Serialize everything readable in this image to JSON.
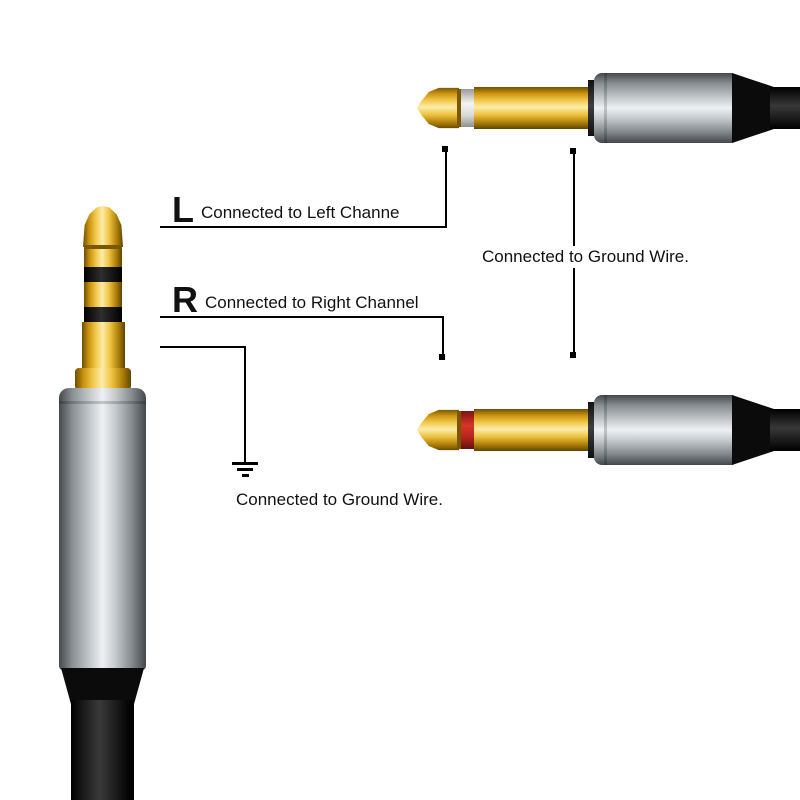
{
  "labels": {
    "left_channel": {
      "letter": "L",
      "text": "Connected to Left Channe"
    },
    "right_channel": {
      "letter": "R",
      "text": "Connected to Right Channel"
    },
    "ground_right": {
      "text": "Connected to Ground Wire."
    },
    "ground_bottom": {
      "text": "Connected to Ground Wire."
    }
  },
  "icons": {
    "ground_symbol": "earth-ground-symbol",
    "trs_plug": "3.5mm-trs-plug",
    "ts_plug_white": "6.35mm-ts-plug-white-band",
    "ts_plug_red": "6.35mm-ts-plug-red-band"
  },
  "colors": {
    "gold": "#e8b923",
    "metal_silver": "#ccd0d3",
    "band_white": "#efefec",
    "band_red": "#c72f23",
    "cable_black": "#0d0d0d",
    "annotation_line": "#000000",
    "background": "#ffffff"
  }
}
